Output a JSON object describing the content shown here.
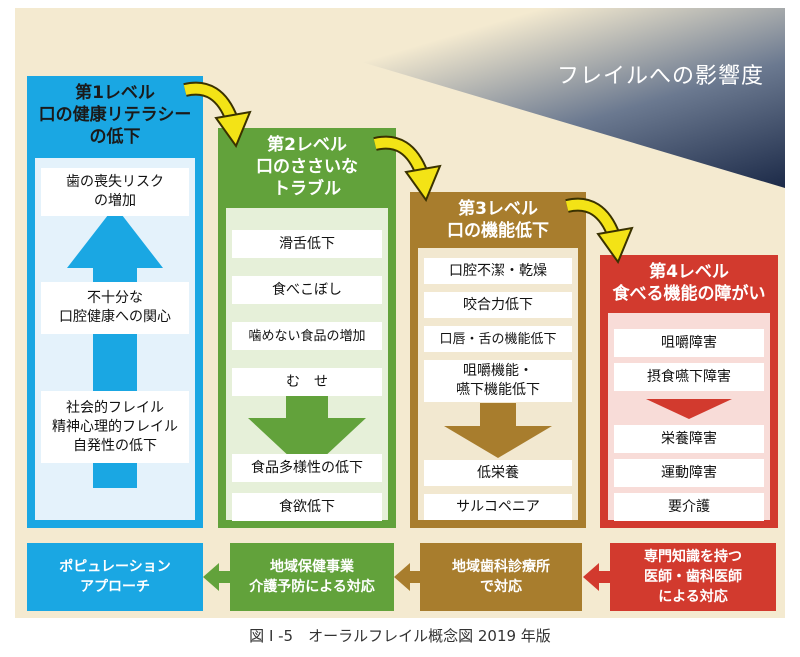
{
  "impact_label": "フレイルへの影響度",
  "levels": [
    {
      "title": [
        "第1レベル",
        "口の健康リテラシー",
        "の低下"
      ],
      "items": [
        "歯の喪失リスク\nの増加",
        "不十分な\n口腔健康への関心",
        "社会的フレイル\n精神心理的フレイル\n自発性の低下"
      ],
      "approach": "ポピュレーション\nアプローチ",
      "color": "#1aa7e3"
    },
    {
      "title": [
        "第2レベル",
        "口のささいな",
        "トラブル"
      ],
      "items": [
        "滑舌低下",
        "食べこぼし",
        "噛めない食品の増加",
        "む　せ",
        "食品多様性の低下",
        "食欲低下"
      ],
      "approach": "地域保健事業\n介護予防による対応",
      "color": "#62a23b"
    },
    {
      "title": [
        "第3レベル",
        "口の機能低下"
      ],
      "items": [
        "口腔不潔・乾燥",
        "咬合力低下",
        "口唇・舌の機能低下",
        "咀嚼機能・\n嚥下機能低下",
        "低栄養",
        "サルコペニア"
      ],
      "approach": "地域歯科診療所\nで対応",
      "color": "#a87d2d"
    },
    {
      "title": [
        "第4レベル",
        "食べる機能の障がい"
      ],
      "items": [
        "咀嚼障害",
        "摂食嚥下障害",
        "栄養障害",
        "運動障害",
        "要介護"
      ],
      "approach": "専門知識を持つ\n医師・歯科医師\nによる対応",
      "color": "#d23a2e"
    }
  ],
  "caption": "図 I -5　オーラルフレイル概念図 2019 年版"
}
